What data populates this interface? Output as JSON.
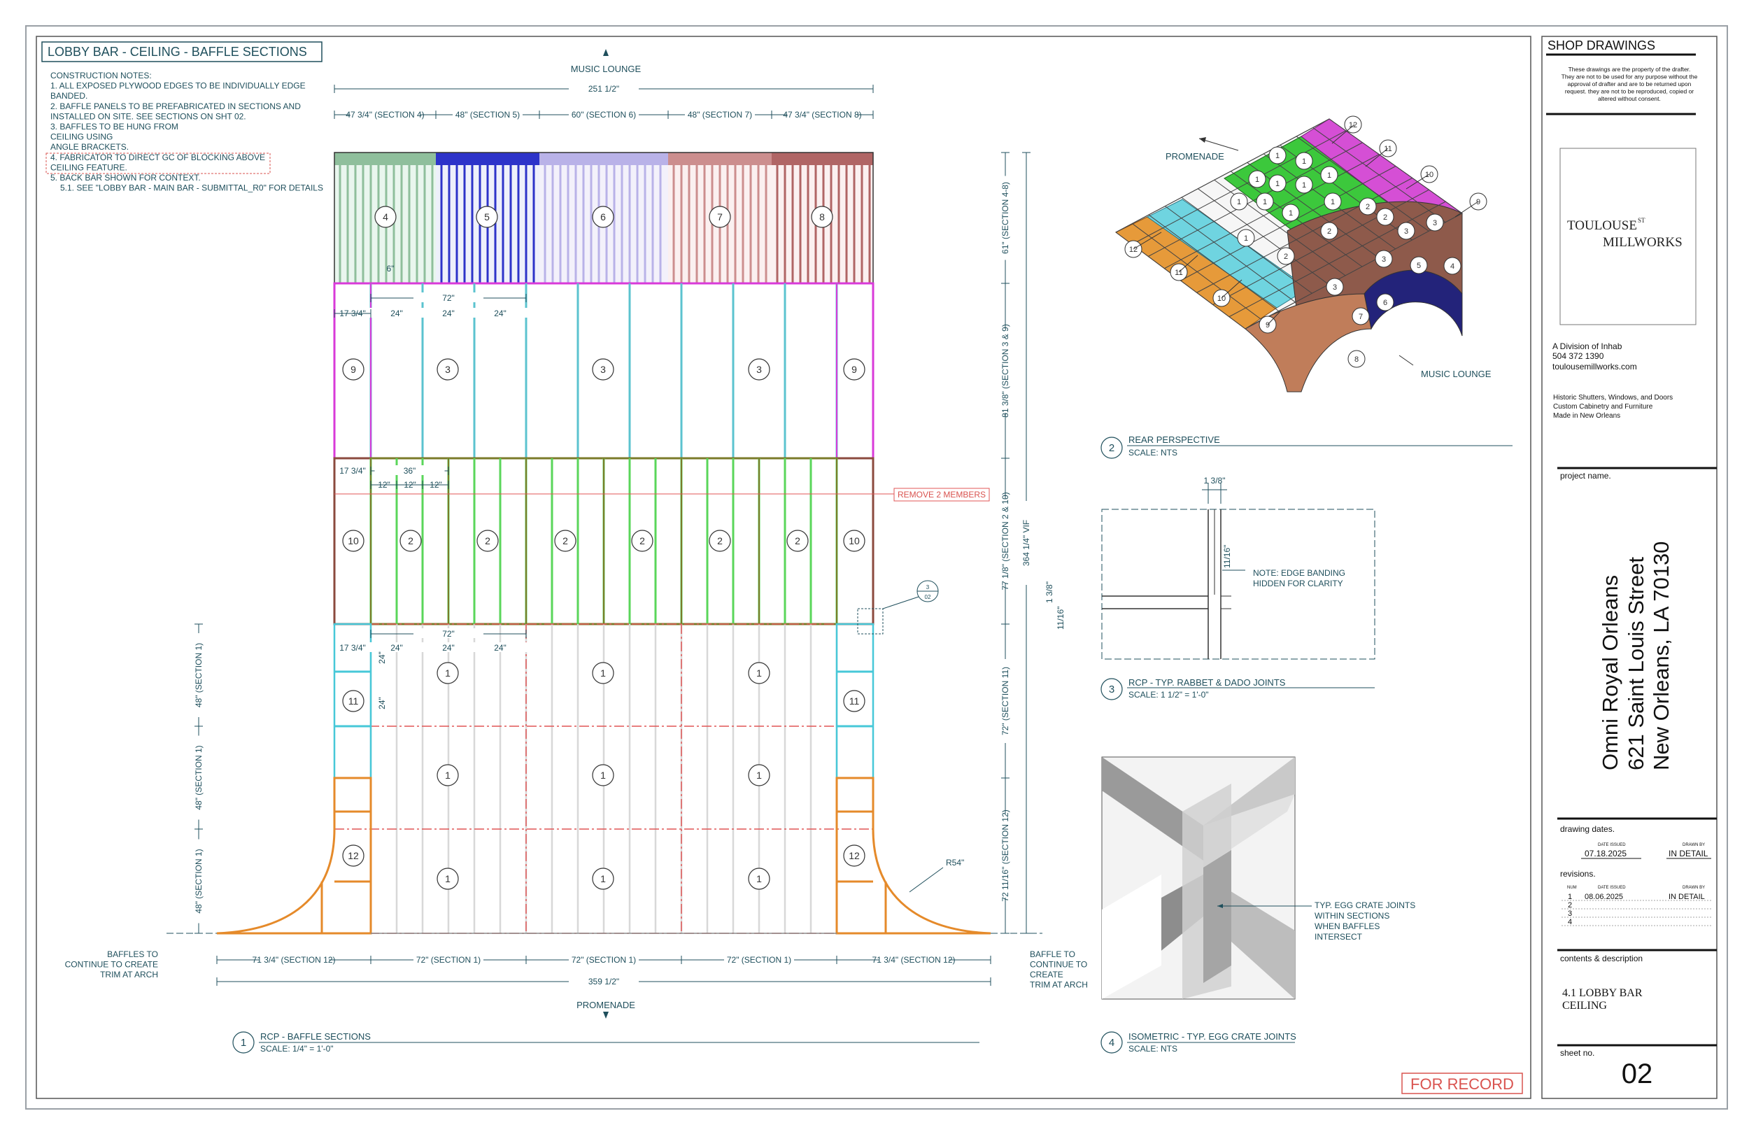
{
  "sheet": {
    "title": "LOBBY BAR - CEILING - BAFFLE SECTIONS",
    "construction_notes": [
      "CONSTRUCTION NOTES:",
      "1. ALL EXPOSED PLYWOOD EDGES TO BE INDIVIDUALLY EDGE",
      "BANDED.",
      "2. BAFFLE PANELS TO BE PREFABRICATED IN SECTIONS AND",
      "INSTALLED ON SITE. SEE SECTIONS ON SHT 02.",
      "3. BAFFLES TO BE HUNG FROM",
      "CEILING USING",
      "ANGLE BRACKETS.",
      "4. FABRICATOR TO DIRECT GC OF BLOCKING ABOVE",
      "CEILING FEATURE.",
      "5. BACK BAR SHOWN FOR CONTEXT.",
      "5.1. SEE \"LOBBY BAR - MAIN BAR - SUBMITTAL_R0\" FOR DETAILS"
    ],
    "for_record": "FOR RECORD"
  },
  "plan": {
    "music_lounge": "MUSIC LOUNGE",
    "promenade": "PROMENADE",
    "top_overall_dim": "251 1/2\"",
    "top_dims": [
      "47 3/4\" (SECTION 4)",
      "48\" (SECTION 5)",
      "60\" (SECTION 6)",
      "48\" (SECTION 7)",
      "47 3/4\" (SECTION 8)"
    ],
    "bottom_dims": [
      "71 3/4\" (SECTION 12)",
      "72\" (SECTION 1)",
      "72\" (SECTION 1)",
      "72\" (SECTION 1)",
      "71 3/4\" (SECTION 12)"
    ],
    "bottom_overall_dim": "359 1/2\"",
    "right_dims": [
      "61\" (SECTION 4-8)",
      "81 3/8\" (SECTION 3 & 9)",
      "77 1/8\" (SECTION 2 & 10)",
      "72\" (SECTION 11)",
      "72 11/16\" (SECTION 12)"
    ],
    "right_overall": "364 1/4\" VIF",
    "left_dims": [
      "48\" (SECTION 1)",
      "48\" (SECTION 1)",
      "48\" (SECTION 1)"
    ],
    "dim_72": "72\"",
    "dim_36": "36\"",
    "dim_24": "24\"",
    "dim_12": "12\"",
    "dim_6": "6\"",
    "dim_17": "17 3/4\"",
    "radius": "R54\"",
    "remove_note": "REMOVE 2 MEMBERS",
    "baffles_left": [
      "BAFFLES TO",
      "CONTINUE TO CREATE",
      "TRIM AT ARCH"
    ],
    "baffles_right": [
      "BAFFLE TO",
      "CONTINUE TO",
      "CREATE",
      "TRIM AT ARCH"
    ],
    "detail_ref_top": "3",
    "detail_ref_bottom": "02",
    "section_numbers": [
      "1",
      "2",
      "3",
      "4",
      "5",
      "6",
      "7",
      "8",
      "9",
      "10",
      "11",
      "12"
    ]
  },
  "details": [
    {
      "num": "1",
      "title": "RCP - BAFFLE SECTIONS",
      "scale": "SCALE: 1/4\" = 1'-0\""
    },
    {
      "num": "2",
      "title": "REAR PERSPECTIVE",
      "scale": "SCALE: NTS"
    },
    {
      "num": "3",
      "title": "RCP - TYP. RABBET & DADO JOINTS",
      "scale": "SCALE: 1 1/2\" = 1'-0\""
    },
    {
      "num": "4",
      "title": "ISOMETRIC - TYP. EGG CRATE JOINTS",
      "scale": "SCALE: NTS"
    }
  ],
  "perspective": {
    "promenade": "PROMENADE",
    "music_lounge": "MUSIC LOUNGE"
  },
  "joint": {
    "d1": "1 3/8\"",
    "d2": "11/16\"",
    "d3": "1 3/8\"",
    "d4": "11/16\"",
    "note": [
      "NOTE: EDGE BANDING",
      "HIDDEN FOR CLARITY"
    ]
  },
  "egg": {
    "note": [
      "TYP. EGG CRATE JOINTS",
      "WITHIN SECTIONS",
      "WHEN BAFFLES",
      "INTERSECT"
    ]
  },
  "titleblock": {
    "header": "SHOP DRAWINGS",
    "disclaimer": [
      "These drawings are the property of the drafter.",
      "They are not to be used for any purpose without the",
      "approval of drafter and are to be returned upon",
      "request. they are not to be reproduced, copied or",
      "altered without consent."
    ],
    "logo_line1": "TOULOUSE",
    "logo_st": "ST",
    "logo_line2": "MILLWORKS",
    "company": [
      "A Division of Inhab",
      "504 372 1390",
      "toulousemillworks.com"
    ],
    "services": [
      "Historic Shutters, Windows, and Doors",
      "Custom Cabinetry and Furniture",
      "Made in New Orleans"
    ],
    "project_label": "project name.",
    "project": [
      "Omni Royal Orleans",
      "621 Saint Louis Street",
      "New Orleans, LA 70130"
    ],
    "dates_label": "drawing dates.",
    "date_issued_hdr": "DATE ISSUED",
    "drawn_by_hdr": "DRAWN BY",
    "date_issued": "07.18.2025",
    "drawn_by": "IN DETAIL",
    "revisions_label": "revisions.",
    "rev_hdr_num": "NUM",
    "rev_hdr_date": "DATE ISSUED",
    "rev_hdr_by": "DRAWN BY",
    "revisions": [
      {
        "num": "1",
        "date": "08.06.2025",
        "by": "IN DETAIL"
      },
      {
        "num": "2",
        "date": "",
        "by": ""
      },
      {
        "num": "3",
        "date": "",
        "by": ""
      },
      {
        "num": "4",
        "date": "",
        "by": ""
      }
    ],
    "contents_label": "contents & description",
    "contents": [
      "4.1 LOBBY BAR",
      "CEILING"
    ],
    "sheet_label": "sheet no.",
    "sheet_no": "02"
  }
}
